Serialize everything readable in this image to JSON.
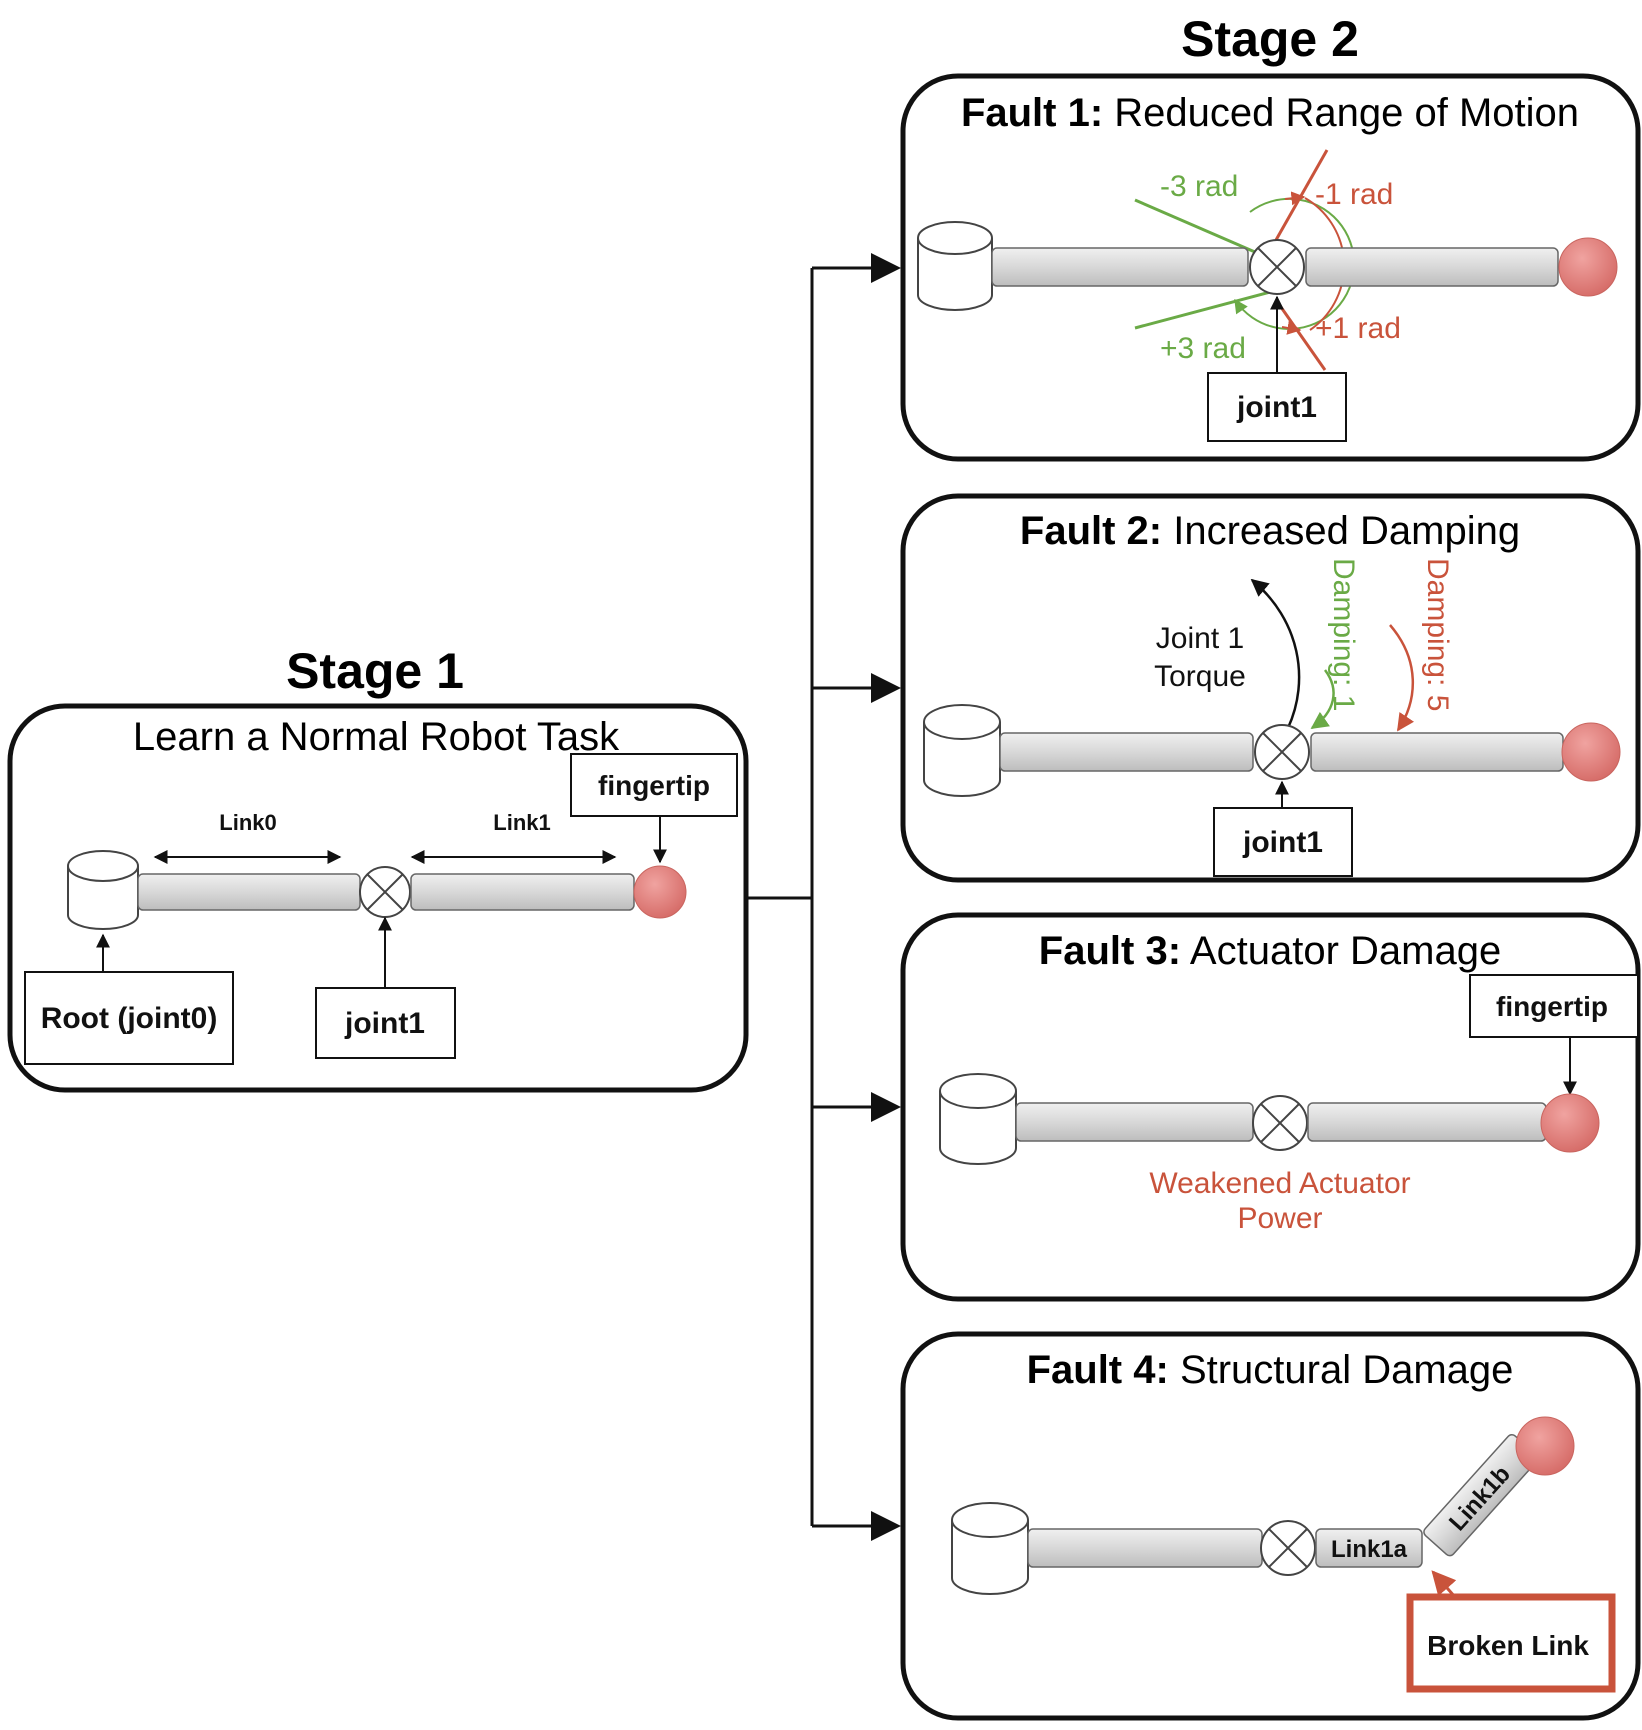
{
  "stage1": {
    "heading": "Stage 1",
    "subtitle": "Learn a Normal Robot Task",
    "labels": {
      "fingertip": "fingertip",
      "link0": "Link0",
      "link1": "Link1",
      "root": "Root (joint0)",
      "joint1": "joint1"
    }
  },
  "stage2": {
    "heading": "Stage 2",
    "faults": [
      {
        "prefix": "Fault 1:",
        "title": "Reduced Range of Motion",
        "annotations": {
          "minus3": "-3 rad",
          "minus1": "-1 rad",
          "plus1": "+1 rad",
          "plus3": "+3 rad"
        },
        "joint_label": "joint1"
      },
      {
        "prefix": "Fault 2:",
        "title": "Increased Damping",
        "torque_line1": "Joint 1",
        "torque_line2": "Torque",
        "damping_green": "Damping: 1",
        "damping_red": "Damping: 5",
        "joint_label": "joint1"
      },
      {
        "prefix": "Fault 3:",
        "title": "Actuator Damage",
        "fingertip": "fingertip",
        "weak_line1": "Weakened Actuator",
        "weak_line2": "Power"
      },
      {
        "prefix": "Fault 4:",
        "title": "Structural Damage",
        "link1a": "Link1a",
        "link1b": "Link1b",
        "broken": "Broken Link"
      }
    ]
  },
  "colors": {
    "green": "#6aaa46",
    "red": "#c9533b",
    "fingertip_fill": "#e27b78",
    "link_fill": "#d6d6d6"
  }
}
